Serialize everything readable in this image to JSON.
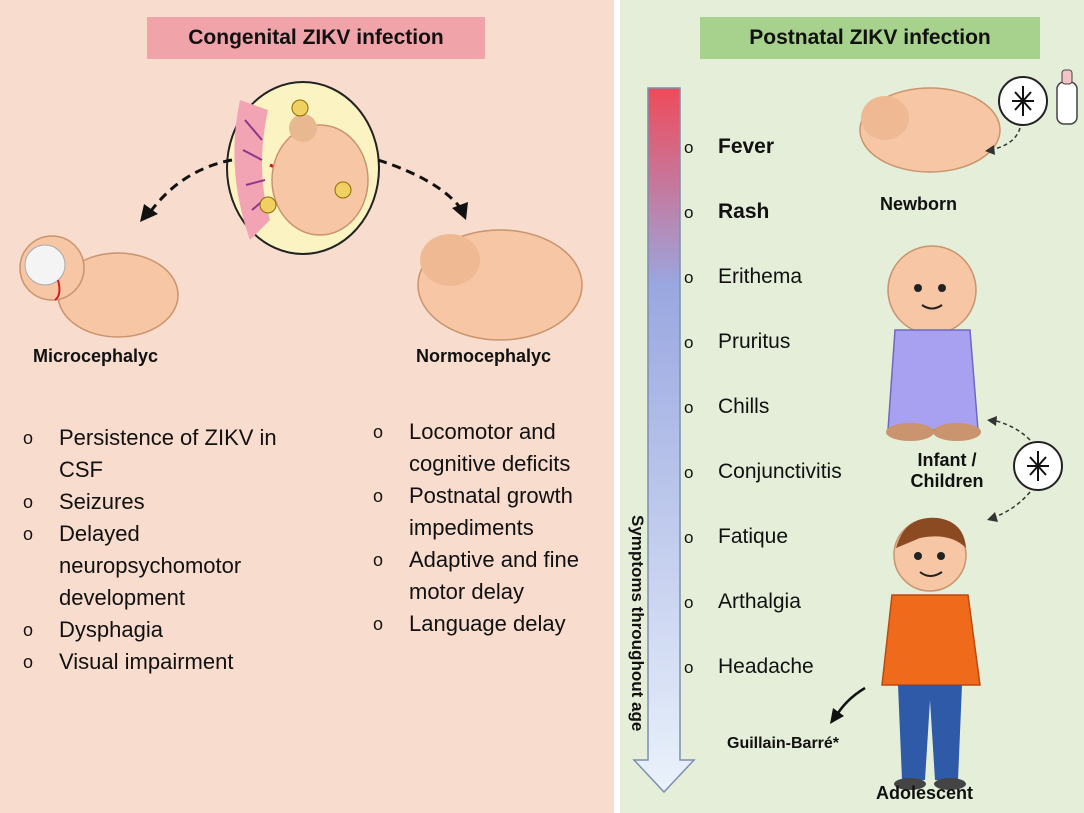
{
  "congenital": {
    "title": "Congenital ZIKV infection",
    "microcephalic_label": "Microcephalyc",
    "normocephalic_label": "Normocephalyc",
    "microcephalic_outcomes": [
      "Persistence of ZIKV in CSF",
      "Seizures",
      "Delayed neuropsychomotor development",
      "Dysphagia",
      "Visual impairment"
    ],
    "normocephalic_outcomes": [
      "Locomotor and cognitive deficits",
      "Postnatal growth impediments",
      "Adaptive and fine motor delay",
      "Language delay"
    ]
  },
  "postnatal": {
    "title": "Postnatal ZIKV infection",
    "axis_label": "Symptoms throughout age",
    "symptoms": [
      {
        "text": "Fever",
        "bold": true
      },
      {
        "text": "Rash",
        "bold": true
      },
      {
        "text": "Erithema",
        "bold": false
      },
      {
        "text": "Pruritus",
        "bold": false
      },
      {
        "text": "Chills",
        "bold": false
      },
      {
        "text": "Conjunctivitis",
        "bold": false
      },
      {
        "text": "Fatique",
        "bold": false
      },
      {
        "text": "Arthalgia",
        "bold": false
      },
      {
        "text": "Headache",
        "bold": false
      }
    ],
    "newborn_label": "Newborn",
    "infant_label_line1": "Infant /",
    "infant_label_line2": "Children",
    "adolescent_label": "Adolescent",
    "complication_label": "Guillain-Barré*"
  },
  "bullet_glyph": "o"
}
